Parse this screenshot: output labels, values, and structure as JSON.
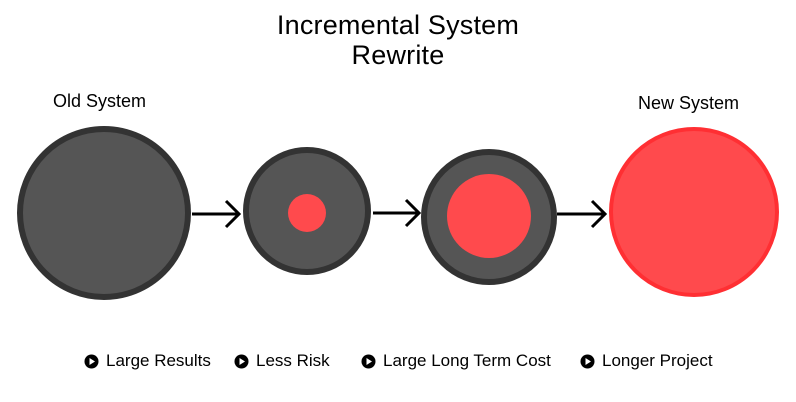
{
  "title": {
    "line1": "Incremental System",
    "line2": "Rewrite"
  },
  "labels": {
    "old_system": "Old System",
    "new_system": "New System"
  },
  "stages": [
    {
      "stage": 1,
      "red_portion": 0
    },
    {
      "stage": 2,
      "red_portion": 0.3
    },
    {
      "stage": 3,
      "red_portion": 0.65
    },
    {
      "stage": 4,
      "red_portion": 1
    }
  ],
  "legend": [
    {
      "label": "Large Results"
    },
    {
      "label": "Less Risk"
    },
    {
      "label": "Large Long Term Cost"
    },
    {
      "label": "Longer Project"
    }
  ],
  "colors": {
    "old_fill": "#555555",
    "old_stroke": "#333333",
    "new_fill": "#ff4a4d",
    "new_stroke": "#ff2f33",
    "arrow": "#000000",
    "bullet": "#000000"
  },
  "icons": {
    "arrow": "arrow-right-icon",
    "bullet": "play-circle-icon"
  }
}
